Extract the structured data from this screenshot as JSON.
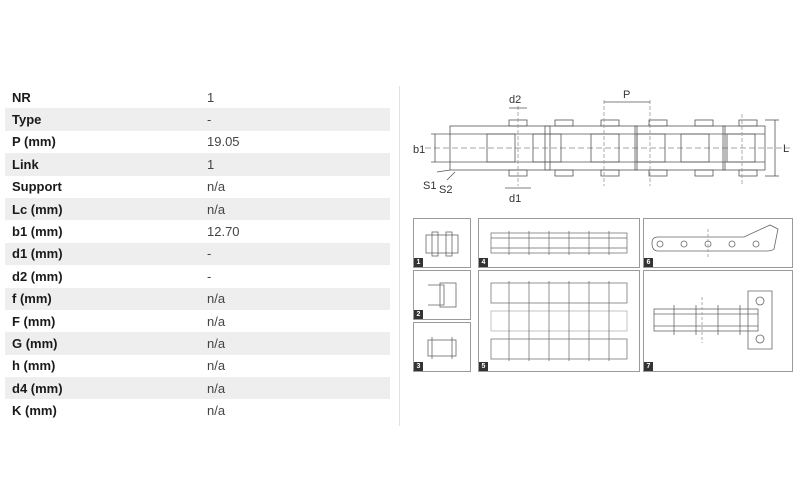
{
  "spec_rows": [
    {
      "label": "NR",
      "value": "1"
    },
    {
      "label": "Type",
      "value": "-"
    },
    {
      "label": "P (mm)",
      "value": "19.05"
    },
    {
      "label": "Link",
      "value": "1"
    },
    {
      "label": "Support",
      "value": "n/a"
    },
    {
      "label": "Lc (mm)",
      "value": "n/a"
    },
    {
      "label": "b1 (mm)",
      "value": "12.70"
    },
    {
      "label": "d1 (mm)",
      "value": "-"
    },
    {
      "label": "d2 (mm)",
      "value": "-"
    },
    {
      "label": "f (mm)",
      "value": "n/a"
    },
    {
      "label": "F (mm)",
      "value": "n/a"
    },
    {
      "label": "G (mm)",
      "value": "n/a"
    },
    {
      "label": "h (mm)",
      "value": "n/a"
    },
    {
      "label": "d4 (mm)",
      "value": "n/a"
    },
    {
      "label": "K (mm)",
      "value": "n/a"
    }
  ],
  "dimension_labels": {
    "d2": "d2",
    "P": "P",
    "b1": "b1",
    "L": "L",
    "S1": "S1",
    "S2": "S2",
    "d1": "d1"
  },
  "panel_numbers": {
    "p1": "1",
    "p2": "2",
    "p3": "3",
    "p4": "4",
    "p5": "5",
    "p6": "6",
    "p7": "7"
  }
}
